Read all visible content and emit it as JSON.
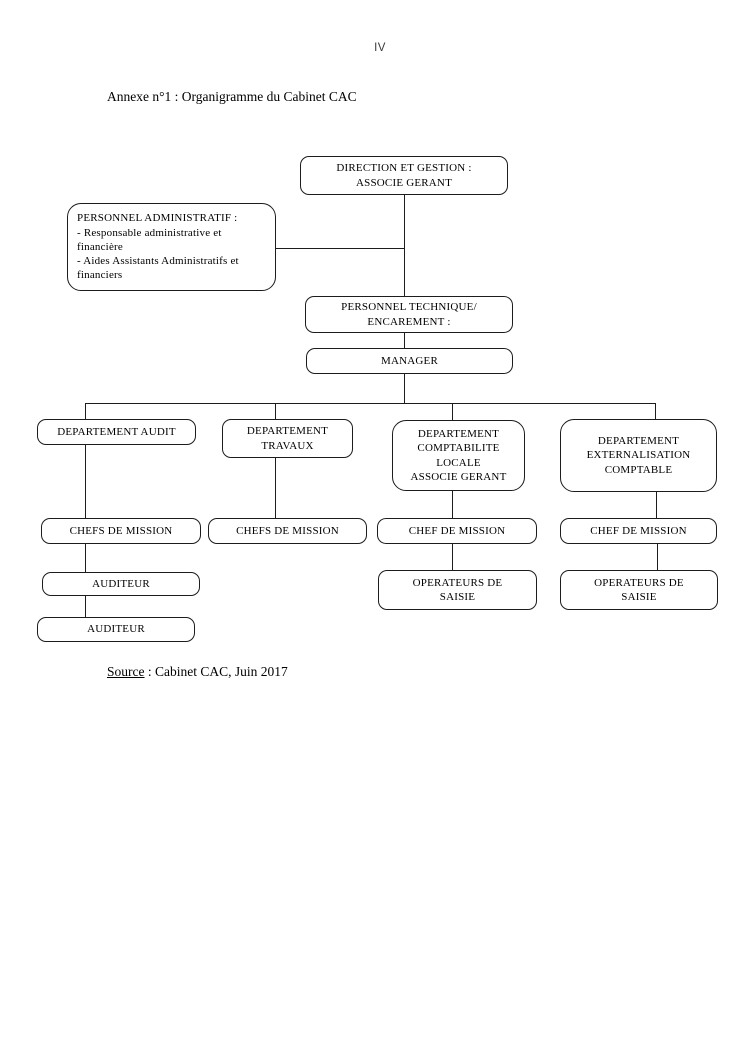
{
  "page": {
    "number": "IV",
    "title": "Annexe n°1 : Organigramme du Cabinet CAC",
    "source": {
      "label": "Source",
      "text": " : Cabinet CAC, Juin 2017"
    }
  },
  "colors": {
    "background": "#ffffff",
    "line": "#1c1c1c",
    "text": "#000000"
  },
  "org_chart": {
    "nodes": {
      "direction": [
        "DIRECTION ET GESTION :",
        "ASSOCIE GERANT"
      ],
      "personnel_administratif": [
        "PERSONNEL ADMINISTRATIF :",
        "- Responsable administrative et",
        "financière",
        "- Aides Assistants Administratifs et",
        "financiers"
      ],
      "personnel_technique": [
        "PERSONNEL TECHNIQUE/",
        "ENCAREMENT :"
      ],
      "manager": [
        "MANAGER"
      ],
      "dept_audit": [
        "DEPARTEMENT AUDIT"
      ],
      "dept_travaux": [
        "DEPARTEMENT",
        "TRAVAUX"
      ],
      "dept_comptabilite": [
        "DEPARTEMENT",
        "COMPTABILITE",
        "LOCALE",
        "ASSOCIE GERANT"
      ],
      "dept_externalisation": [
        "DEPARTEMENT",
        "EXTERNALISATION",
        "COMPTABLE"
      ],
      "chefs_mission_audit": [
        "CHEFS DE MISSION"
      ],
      "chefs_mission_travaux": [
        "CHEFS DE MISSION"
      ],
      "chef_mission_comptabilite": [
        "CHEF DE MISSION"
      ],
      "chef_mission_externalisation": [
        "CHEF DE MISSION"
      ],
      "auditeur_1": [
        "AUDITEUR"
      ],
      "auditeur_2": [
        "AUDITEUR"
      ],
      "operateurs_saisie_comptabilite": [
        "OPERATEURS DE",
        "SAISIE"
      ],
      "operateurs_saisie_externalisation": [
        "OPERATEURS DE",
        "SAISIE"
      ]
    }
  }
}
